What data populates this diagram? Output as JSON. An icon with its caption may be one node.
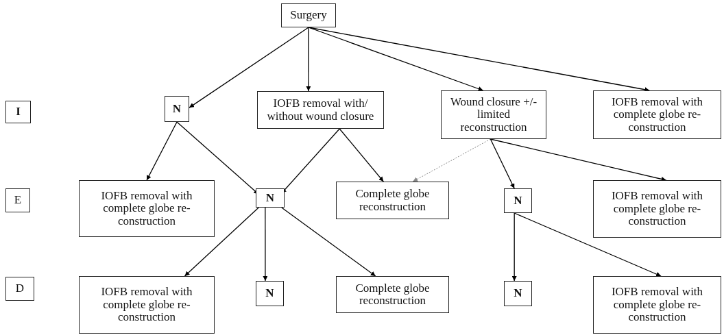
{
  "diagram": {
    "nodes": [
      {
        "text": [
          "Surgery"
        ]
      },
      {
        "text": [
          "I"
        ]
      },
      {
        "text": [
          "N"
        ]
      },
      {
        "text": [
          "IOFB removal with/ without wound closure"
        ]
      },
      {
        "text": [
          "Wound closure +/- limited reconstruction"
        ]
      },
      {
        "text": [
          "IOFB removal with complete globe re- construction"
        ]
      },
      {
        "text": [
          "E"
        ]
      },
      {
        "text": [
          "IOFB removal with complete globe re- construction"
        ]
      },
      {
        "text": [
          "N"
        ]
      },
      {
        "text": [
          "Complete globe reconstruction"
        ]
      },
      {
        "text": [
          "N"
        ]
      },
      {
        "text": [
          "IOFB removal with complete globe re- construction"
        ]
      },
      {
        "text": [
          "D"
        ]
      },
      {
        "text": [
          "IOFB removal with complete globe re- construction"
        ]
      },
      {
        "text": [
          "N"
        ]
      },
      {
        "text": [
          "Complete globe reconstruction"
        ]
      },
      {
        "text": [
          "N"
        ]
      },
      {
        "text": [
          "IOFB removal with complete globe re- construction"
        ]
      }
    ],
    "edges": [
      {
        "from": 0,
        "to": 2,
        "arrow": "to"
      },
      {
        "from": 0,
        "to": 3,
        "arrow": "to"
      },
      {
        "from": 0,
        "to": 4,
        "arrow": "to"
      },
      {
        "from": 0,
        "to": 5,
        "arrow": "to"
      },
      {
        "from": 2,
        "to": 7,
        "arrow": "to"
      },
      {
        "from": 2,
        "to": 8,
        "arrow": "to"
      },
      {
        "from": 3,
        "to": 8,
        "arrow": "to"
      },
      {
        "from": 3,
        "to": 9,
        "arrow": "to"
      },
      {
        "from": 4,
        "to": 9,
        "arrow": "to",
        "style": "dashed",
        "color": "#888888"
      },
      {
        "from": 4,
        "to": 10,
        "arrow": "to"
      },
      {
        "from": 4,
        "to": 11,
        "arrow": "to"
      },
      {
        "from": 8,
        "to": 13,
        "arrow": "to"
      },
      {
        "from": 8,
        "to": 14,
        "arrow": "to"
      },
      {
        "from": 8,
        "to": 15,
        "arrow": "to"
      },
      {
        "from": 10,
        "to": 16,
        "arrow": "to"
      },
      {
        "from": 10,
        "to": 17,
        "arrow": "to"
      }
    ]
  }
}
